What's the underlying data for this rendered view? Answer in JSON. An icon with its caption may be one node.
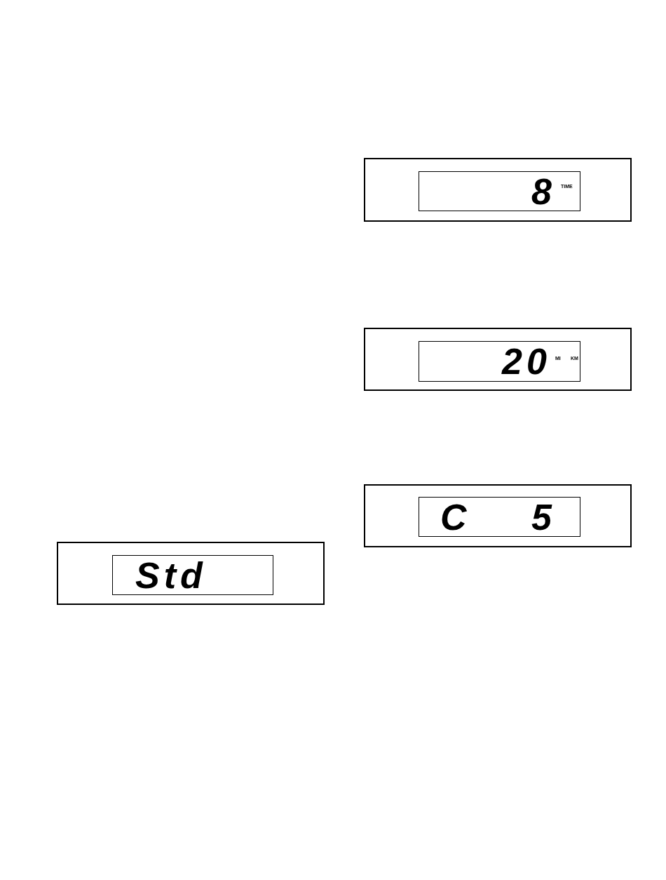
{
  "diagram": {
    "nodes": [
      {
        "text": [],
        "shape": "box"
      },
      {
        "text": [
          "8",
          "TIME"
        ],
        "in": 0
      },
      {
        "text": [],
        "shape": "box"
      },
      {
        "text": [
          "20",
          "MI",
          "KM"
        ],
        "in": 2
      },
      {
        "text": [],
        "shape": "box"
      },
      {
        "text": [
          "C",
          "5"
        ],
        "in": 4
      },
      {
        "text": [],
        "shape": "box"
      },
      {
        "text": [
          "Std"
        ],
        "in": 6
      }
    ]
  }
}
